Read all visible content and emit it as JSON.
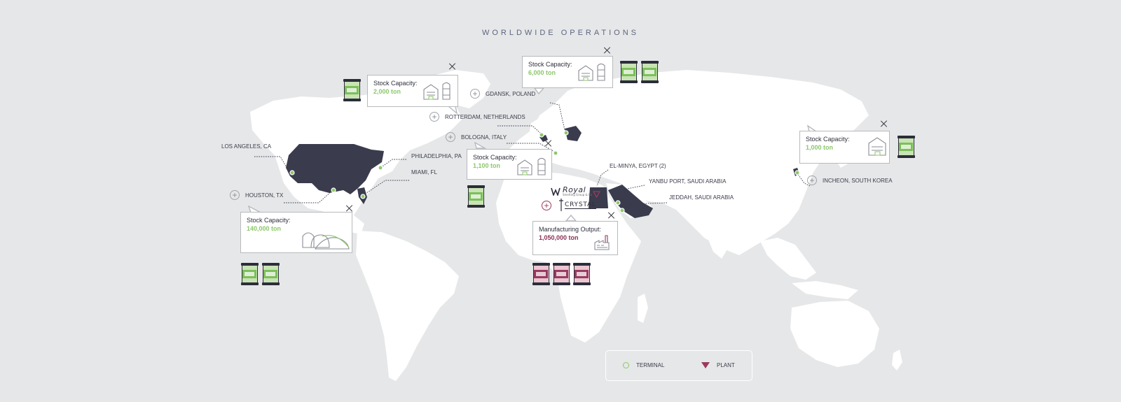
{
  "title": "WORLDWIDE OPERATIONS",
  "locations": {
    "los_angeles": "LOS ANGELES, CA",
    "houston": "HOUSTON, TX",
    "philadelphia": "PHILADELPHIA, PA",
    "miami": "MIAMI, FL",
    "gdansk": "GDANSK, POLAND",
    "rotterdam": "ROTTERDAM, NETHERLANDS",
    "bologna": "BOLOGNA, ITALY",
    "el_minya": "EL-MINYA, EGYPT (2)",
    "yanbu": "YANBU PORT, SAUDI ARABIA",
    "jeddah": "JEDDAH, SAUDI ARABIA",
    "incheon": "INCHEON, SOUTH KOREA"
  },
  "callouts": {
    "rotterdam": {
      "label": "Stock Capacity:",
      "value": "2,000 ton"
    },
    "gdansk": {
      "label": "Stock Capacity:",
      "value": "6,000 ton"
    },
    "bologna": {
      "label": "Stock Capacity:",
      "value": "1,100 ton"
    },
    "incheon": {
      "label": "Stock Capacity:",
      "value": "1,000 ton"
    },
    "houston": {
      "label": "Stock Capacity:",
      "value": "140,000 ton"
    },
    "egypt": {
      "label": "Manufacturing Output:",
      "value": "1,050,000 ton"
    }
  },
  "logos": {
    "royal": "Royal",
    "royal_sub": "Smelting Group & Co",
    "crystal": "CRYSTAL"
  },
  "legend": {
    "terminal": "TERMINAL",
    "plant": "PLANT"
  },
  "colors": {
    "background": "#e6e7e8",
    "land": "#ffffff",
    "highlight": "#3a3b4d",
    "terminal": "#8cc76b",
    "plant": "#9a3a5e"
  },
  "icons": [
    "plus-icon",
    "close-icon",
    "warehouse-icon",
    "silo-icon",
    "dome-storage-icon",
    "factory-icon",
    "fertilizer-bag-icon",
    "terminal-marker-icon",
    "plant-marker-icon"
  ]
}
